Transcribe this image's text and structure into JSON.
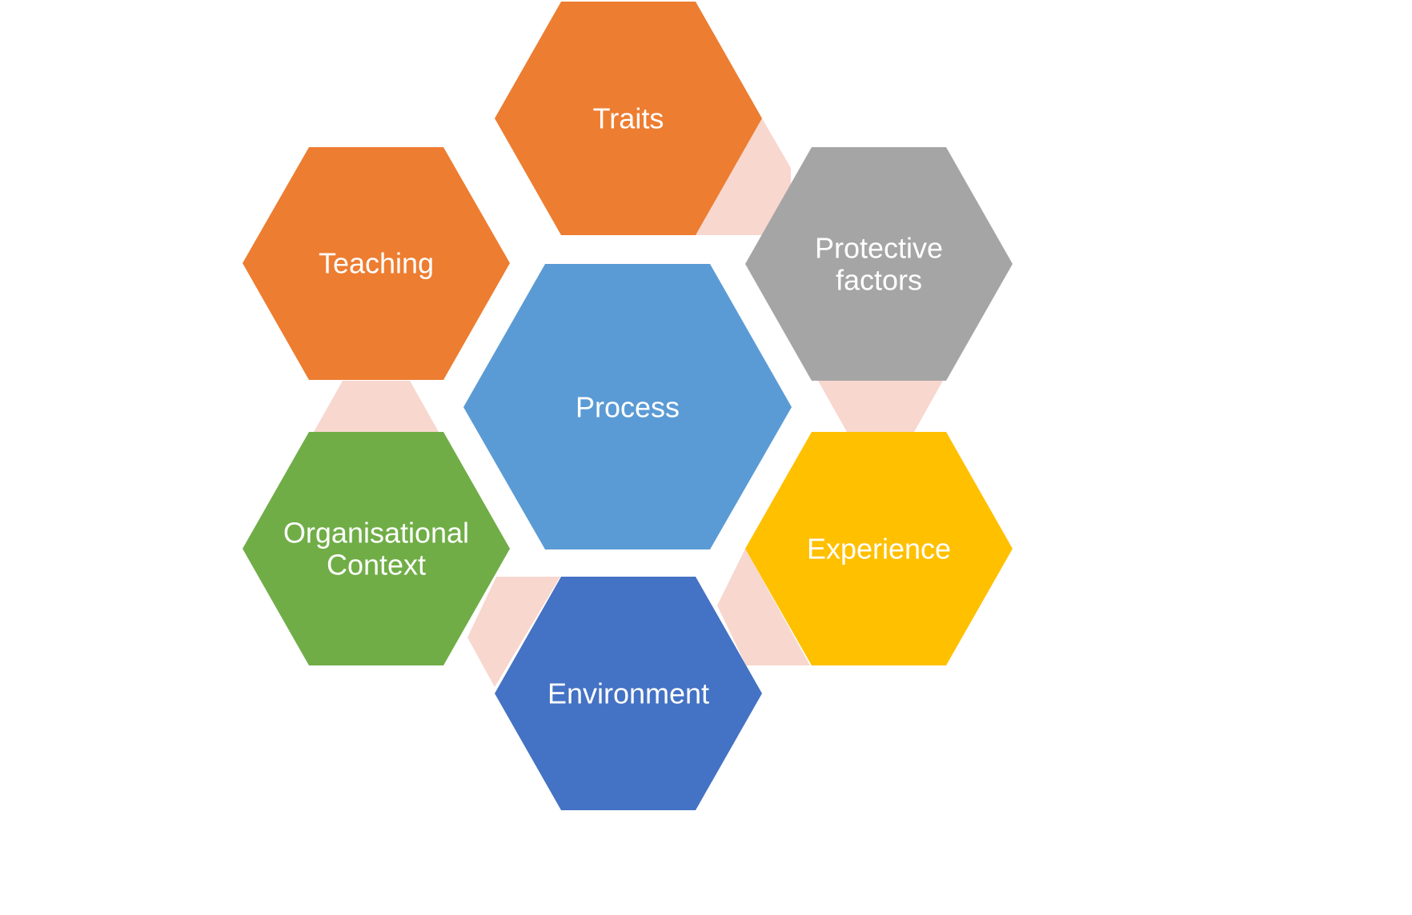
{
  "diagram": {
    "center": {
      "label": "Process",
      "color": "#5B9BD5"
    },
    "hexagons": [
      {
        "id": "traits",
        "lines": [
          "Traits"
        ],
        "color": "#ED7D31"
      },
      {
        "id": "protective-factors",
        "lines": [
          "Protective",
          "factors"
        ],
        "color": "#A5A5A5"
      },
      {
        "id": "experience",
        "lines": [
          "Experience"
        ],
        "color": "#FFC000"
      },
      {
        "id": "environment",
        "lines": [
          "Environment"
        ],
        "color": "#4472C4"
      },
      {
        "id": "organisational-context",
        "lines": [
          "Organisational",
          "Context"
        ],
        "color": "#70AD47"
      },
      {
        "id": "teaching",
        "lines": [
          "Teaching"
        ],
        "color": "#ED7D31"
      }
    ],
    "connector_color": "#F8D7CF"
  }
}
